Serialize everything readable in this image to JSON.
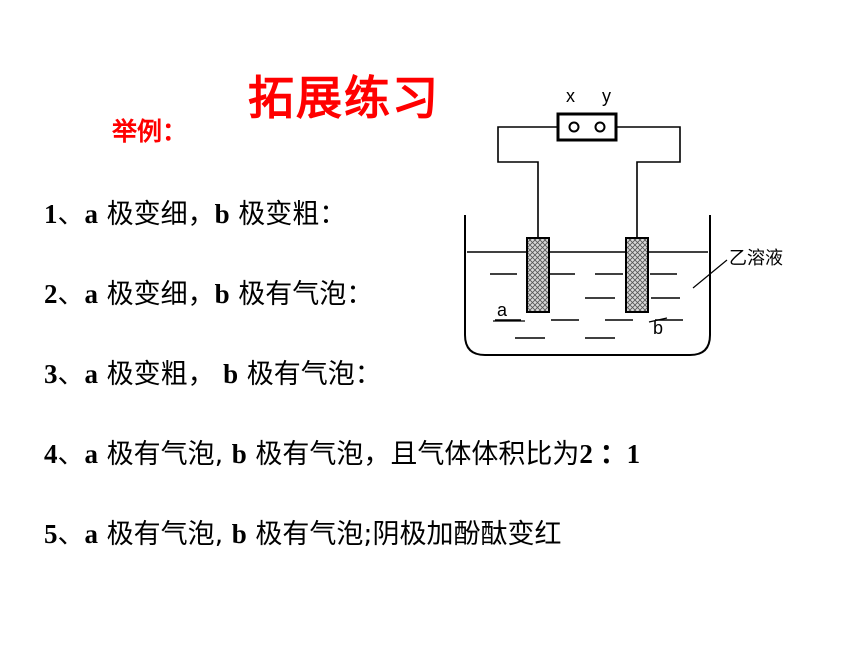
{
  "slide": {
    "title": "拓展练习",
    "subtitle": "举例："
  },
  "items": [
    {
      "num": "1",
      "sep": "、",
      "a": "a",
      "a_text": " 极变细，",
      "b": "b",
      "b_text": " 极变粗："
    },
    {
      "num": "2",
      "sep": "、",
      "a": "a",
      "a_text": " 极变细，",
      "b": "b",
      "b_text": " 极有气泡："
    },
    {
      "num": "3",
      "sep": "、",
      "a": "a",
      "a_text": " 极变粗， ",
      "b": "b",
      "b_text": " 极有气泡："
    },
    {
      "num": "4",
      "sep": "、",
      "a": "a",
      "a_text": " 极有气泡, ",
      "b": "b",
      "b_text": " 极有气泡，且气体体积比为",
      "ratio": "2 ：1"
    },
    {
      "num": "5",
      "sep": "、",
      "a": "a",
      "a_text": " 极有气泡, ",
      "b": "b",
      "b_text": " 极有气泡;阴极加酚酞变红"
    }
  ],
  "diagram": {
    "terminal_x": "x",
    "terminal_y": "y",
    "electrode_a": "a",
    "electrode_b": "b",
    "solution_label": "乙溶液"
  }
}
